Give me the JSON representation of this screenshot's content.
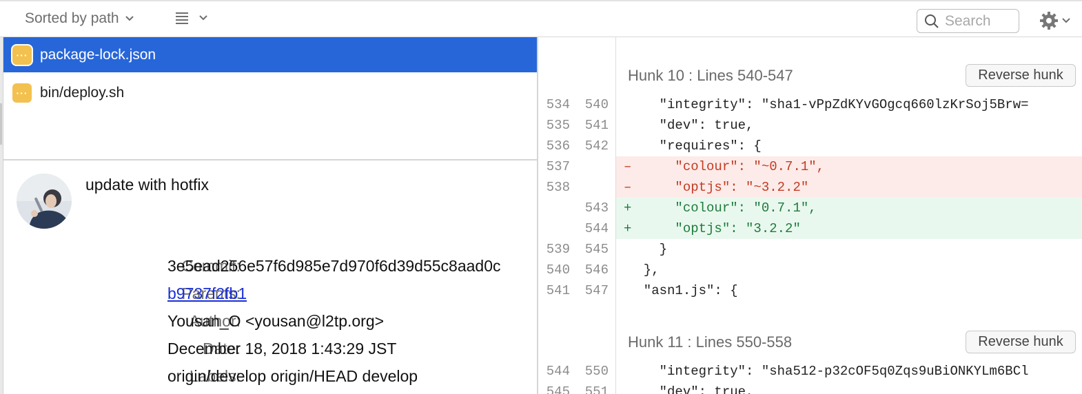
{
  "toolbar": {
    "sort_label": "Sorted by path",
    "search_placeholder": "Search"
  },
  "files": [
    {
      "name": "package-lock.json",
      "status": "modified",
      "selected": true
    },
    {
      "name": "bin/deploy.sh",
      "status": "modified",
      "selected": false
    }
  ],
  "commit": {
    "subject": "update with hotfix",
    "fields": [
      {
        "key": "Commit:",
        "value": "3e5ead256e57f6d985e7d970f6d39d55c8aad0c",
        "link": false
      },
      {
        "key": "Parents:",
        "value": "b9737f2fb1",
        "link": true
      },
      {
        "key": "Author:",
        "value": "Yousan_O <yousan@l2tp.org>",
        "link": false
      },
      {
        "key": "Date:",
        "value": "December 18, 2018 1:43:29 JST",
        "link": false
      },
      {
        "key": "Labels:",
        "value": "origin/develop origin/HEAD develop",
        "link": false
      }
    ]
  },
  "diff": {
    "hunks": [
      {
        "title": "Hunk 10 : Lines 540-547",
        "button": "Reverse hunk",
        "lines": [
          {
            "old": "534",
            "new": "540",
            "type": "ctx",
            "sign": "",
            "text": "    \"integrity\": \"sha1-vPpZdKYvGOgcq660lzKrSoj5Brw="
          },
          {
            "old": "535",
            "new": "541",
            "type": "ctx",
            "sign": "",
            "text": "    \"dev\": true,"
          },
          {
            "old": "536",
            "new": "542",
            "type": "ctx",
            "sign": "",
            "text": "    \"requires\": {"
          },
          {
            "old": "537",
            "new": "",
            "type": "del",
            "sign": "–",
            "text": "      \"colour\": \"~0.7.1\","
          },
          {
            "old": "538",
            "new": "",
            "type": "del",
            "sign": "–",
            "text": "      \"optjs\": \"~3.2.2\""
          },
          {
            "old": "",
            "new": "543",
            "type": "add",
            "sign": "+",
            "text": "      \"colour\": \"0.7.1\","
          },
          {
            "old": "",
            "new": "544",
            "type": "add",
            "sign": "+",
            "text": "      \"optjs\": \"3.2.2\""
          },
          {
            "old": "539",
            "new": "545",
            "type": "ctx",
            "sign": "",
            "text": "    }"
          },
          {
            "old": "540",
            "new": "546",
            "type": "ctx",
            "sign": "",
            "text": "  },"
          },
          {
            "old": "541",
            "new": "547",
            "type": "ctx",
            "sign": "",
            "text": "  \"asn1.js\": {"
          }
        ]
      },
      {
        "title": "Hunk 11 : Lines 550-558",
        "button": "Reverse hunk",
        "lines": [
          {
            "old": "544",
            "new": "550",
            "type": "ctx",
            "sign": "",
            "text": "    \"integrity\": \"sha512-p32cOF5q0Zqs9uBiONKYLm6BCl"
          },
          {
            "old": "545",
            "new": "551",
            "type": "ctx",
            "sign": "",
            "text": "    \"dev\": true,"
          }
        ]
      }
    ]
  },
  "colors": {
    "selection": "#2766d9",
    "modified_badge": "#f3c14f",
    "deleted_bg": "#fdebe9",
    "added_bg": "#e9f8ef",
    "deleted_text": "#c23b22",
    "added_text": "#1e7b3a",
    "link": "#1a2fd6"
  },
  "icons": {
    "sort_chevron": "chevron-down-icon",
    "list_view": "list-icon",
    "search": "search-icon",
    "settings": "gear-icon",
    "file_status": "ellipsis-badge-icon"
  }
}
